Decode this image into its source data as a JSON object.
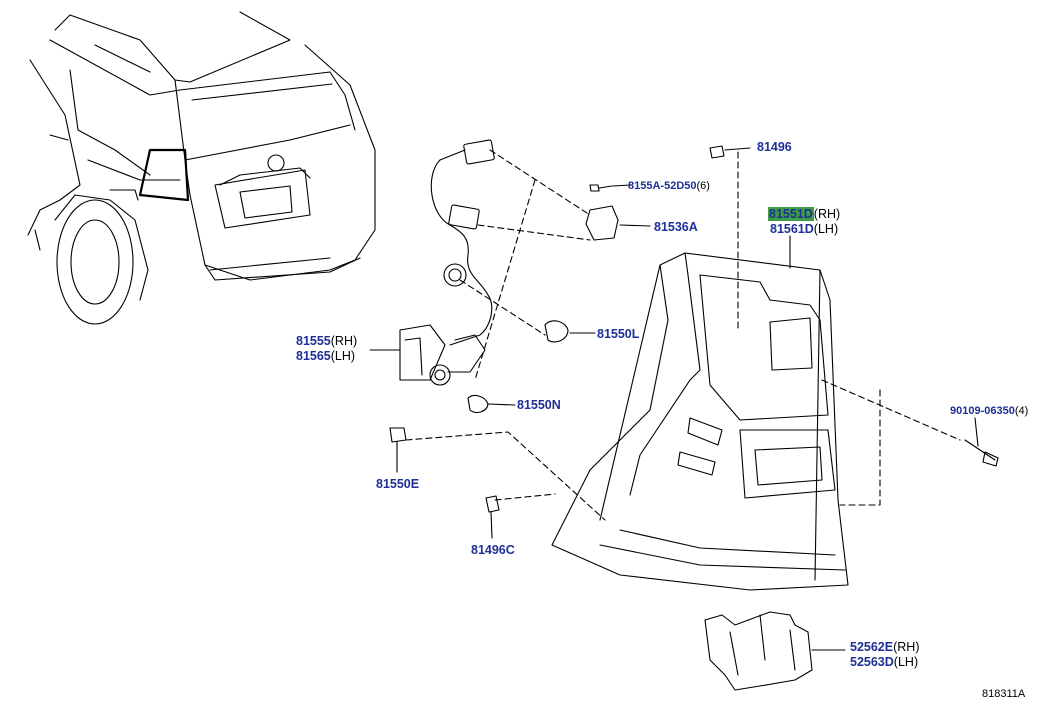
{
  "callouts": [
    {
      "part": "81496",
      "suffix": ""
    },
    {
      "part": "8155A-52D50",
      "suffix": "(6)"
    },
    {
      "part": "81536A",
      "suffix": ""
    },
    {
      "part": "81551D",
      "suffix": "(RH)",
      "highlighted": true
    },
    {
      "part": "81561D",
      "suffix": "(LH)"
    },
    {
      "part": "81555",
      "suffix": "(RH)"
    },
    {
      "part": "81565",
      "suffix": "(LH)"
    },
    {
      "part": "81550L",
      "suffix": ""
    },
    {
      "part": "81550N",
      "suffix": ""
    },
    {
      "part": "90109-06350",
      "suffix": "(4)"
    },
    {
      "part": "81550E",
      "suffix": ""
    },
    {
      "part": "81496C",
      "suffix": ""
    },
    {
      "part": "52562E",
      "suffix": "(RH)"
    },
    {
      "part": "52563D",
      "suffix": "(LH)"
    }
  ],
  "diagram_id": "818311A",
  "colors": {
    "part_number": "#1e2f96",
    "highlight": "#3f9e45",
    "line": "#000000"
  }
}
